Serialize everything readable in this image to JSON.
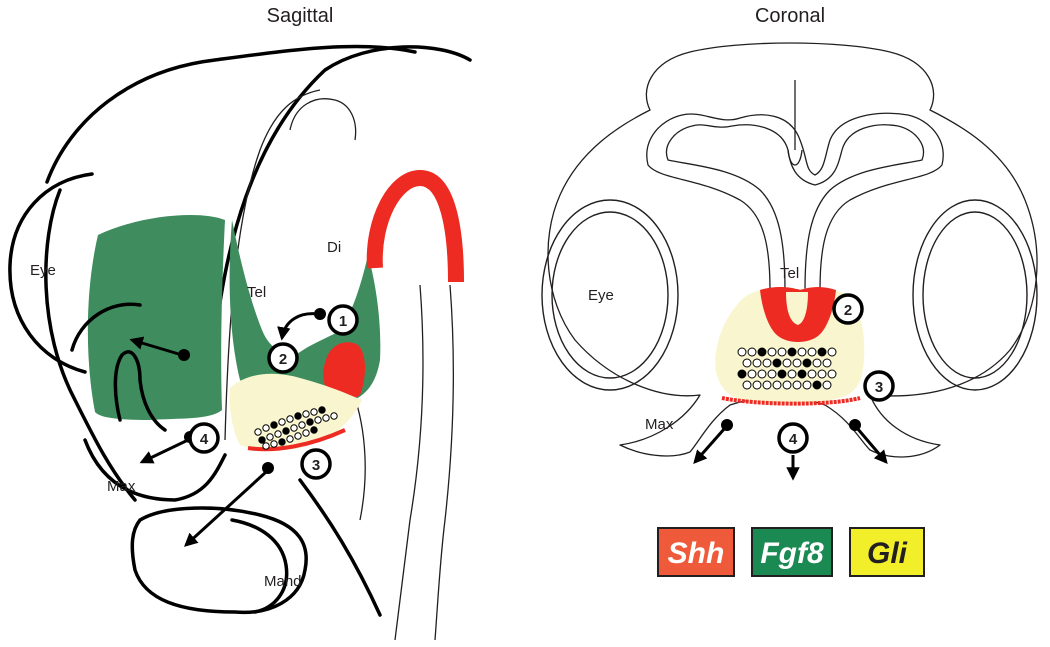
{
  "panels": {
    "sagittal": {
      "title": "Sagittal",
      "labels": {
        "eye": "Eye",
        "tel": "Tel",
        "di": "Di",
        "max": "Max",
        "mand": "Mand"
      },
      "markers": [
        "1",
        "2",
        "3",
        "4"
      ]
    },
    "coronal": {
      "title": "Coronal",
      "labels": {
        "tel": "Tel",
        "eye": "Eye",
        "max": "Max"
      },
      "markers": [
        "2",
        "3",
        "4"
      ]
    }
  },
  "legend": [
    {
      "label": "Shh",
      "fill": "#ef5a3a",
      "text_color": "#ffffff"
    },
    {
      "label": "Fgf8",
      "fill": "#1b8a52",
      "text_color": "#ffffff"
    },
    {
      "label": "Gli",
      "fill": "#f2ee2a",
      "text_color": "#231f20"
    }
  ],
  "colors": {
    "shh_expression": "#ed2b22",
    "fgf8_expression": "#3f8d5e",
    "gli_expression": "#f9f6cf",
    "outline": "#000000"
  }
}
